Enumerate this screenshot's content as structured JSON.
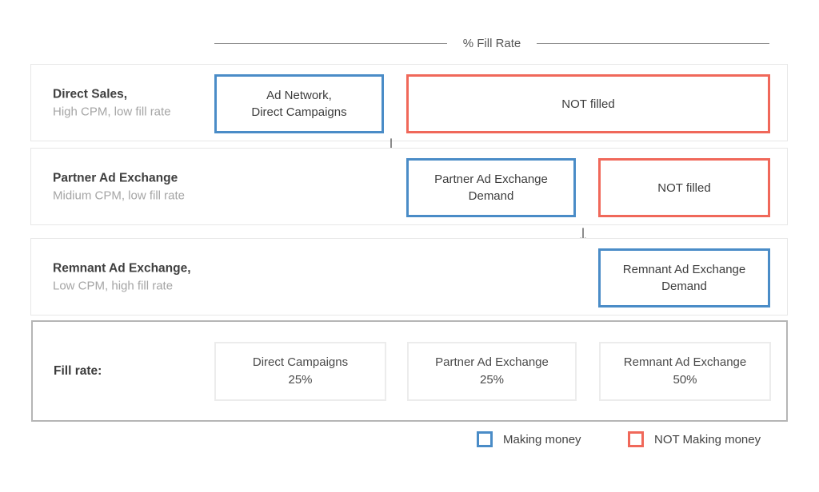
{
  "header": {
    "title": "% Fill Rate"
  },
  "colors": {
    "making_money": "#4a8cc7",
    "not_making_money": "#f0685a"
  },
  "rows": [
    {
      "title": "Direct Sales,",
      "subtitle": "High CPM, low fill rate",
      "filled_box": {
        "line1": "Ad Network,",
        "line2": "Direct Campaigns"
      },
      "not_filled_box": {
        "label": "NOT filled"
      }
    },
    {
      "title": "Partner Ad Exchange",
      "subtitle": "Midium CPM, low fill rate",
      "filled_box": {
        "line1": "Partner Ad Exchange",
        "line2": "Demand"
      },
      "not_filled_box": {
        "label": "NOT filled"
      }
    },
    {
      "title": "Remnant Ad Exchange,",
      "subtitle": "Low CPM, high fill rate",
      "filled_box": {
        "line1": "Remnant Ad Exchange",
        "line2": "Demand"
      }
    }
  ],
  "fill_rate_summary": {
    "label": "Fill rate:",
    "boxes": [
      {
        "line1": "Direct Campaigns",
        "line2": "25%"
      },
      {
        "line1": "Partner Ad Exchange",
        "line2": "25%"
      },
      {
        "line1": "Remnant Ad Exchange",
        "line2": "50%"
      }
    ]
  },
  "legend": {
    "items": [
      {
        "label": "Making money",
        "color": "#4a8cc7"
      },
      {
        "label": "NOT Making money",
        "color": "#f0685a"
      }
    ]
  },
  "icons": {
    "down_arrow": "↓"
  }
}
